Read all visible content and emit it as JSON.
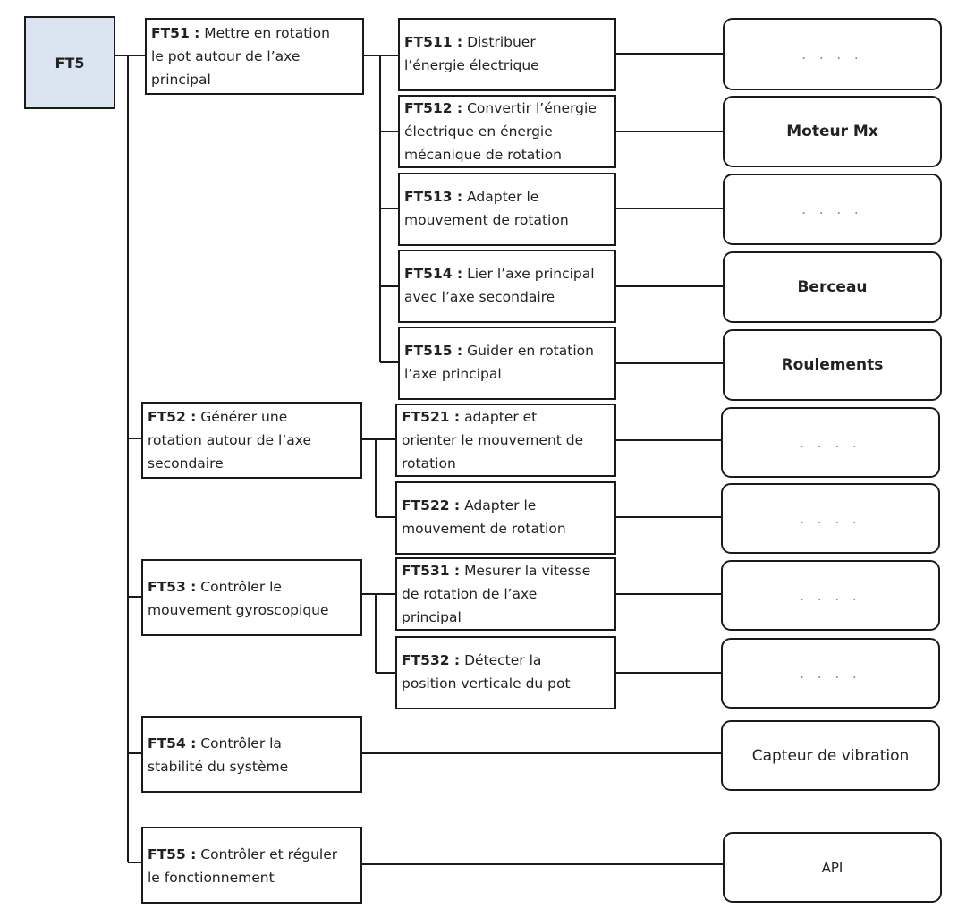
{
  "root": {
    "label": "FT5"
  },
  "functions": [
    {
      "code": "FT51 :",
      "lines": [
        "Mettre en rotation",
        "le pot autour de l’axe",
        "principal"
      ]
    },
    {
      "code": "FT52 :",
      "lines": [
        "Générer une",
        "rotation autour de l’axe",
        "secondaire"
      ]
    },
    {
      "code": "FT53 :",
      "lines": [
        "Contrôler le",
        "mouvement gyroscopique"
      ]
    },
    {
      "code": "FT54 :",
      "lines": [
        "Contrôler la",
        "stabilité du système"
      ]
    },
    {
      "code": "FT55 :",
      "lines": [
        "Contrôler et réguler",
        "le fonctionnement"
      ]
    }
  ],
  "subfunctions": [
    {
      "code": "FT511 :",
      "lines": [
        "Distribuer",
        "l’énergie électrique"
      ]
    },
    {
      "code": "FT512 :",
      "lines": [
        "Convertir l’énergie",
        "électrique en énergie",
        "mécanique de rotation"
      ]
    },
    {
      "code": "FT513 :",
      "lines": [
        "Adapter le",
        "mouvement de rotation"
      ]
    },
    {
      "code": "FT514 :",
      "lines": [
        "Lier l’axe principal",
        "avec l’axe secondaire"
      ]
    },
    {
      "code": "FT515 :",
      "lines": [
        "Guider en rotation",
        "l’axe principal"
      ]
    },
    {
      "code": "FT521 :",
      "lines": [
        "adapter et",
        "orienter le mouvement de",
        "rotation"
      ]
    },
    {
      "code": "FT522 :",
      "lines": [
        "Adapter le",
        "mouvement de rotation"
      ]
    },
    {
      "code": "FT531 :",
      "lines": [
        "Mesurer la vitesse",
        "de rotation de l’axe",
        "principal"
      ]
    },
    {
      "code": "FT532 :",
      "lines": [
        "Détecter la",
        "position verticale du pot"
      ]
    }
  ],
  "solutions": [
    ". . . .",
    "Moteur Mx",
    ". . . .",
    "Berceau",
    "Roulements",
    ". . . .",
    ". . . .",
    ". . . .",
    ". . . .",
    "Capteur de vibration",
    "API"
  ]
}
